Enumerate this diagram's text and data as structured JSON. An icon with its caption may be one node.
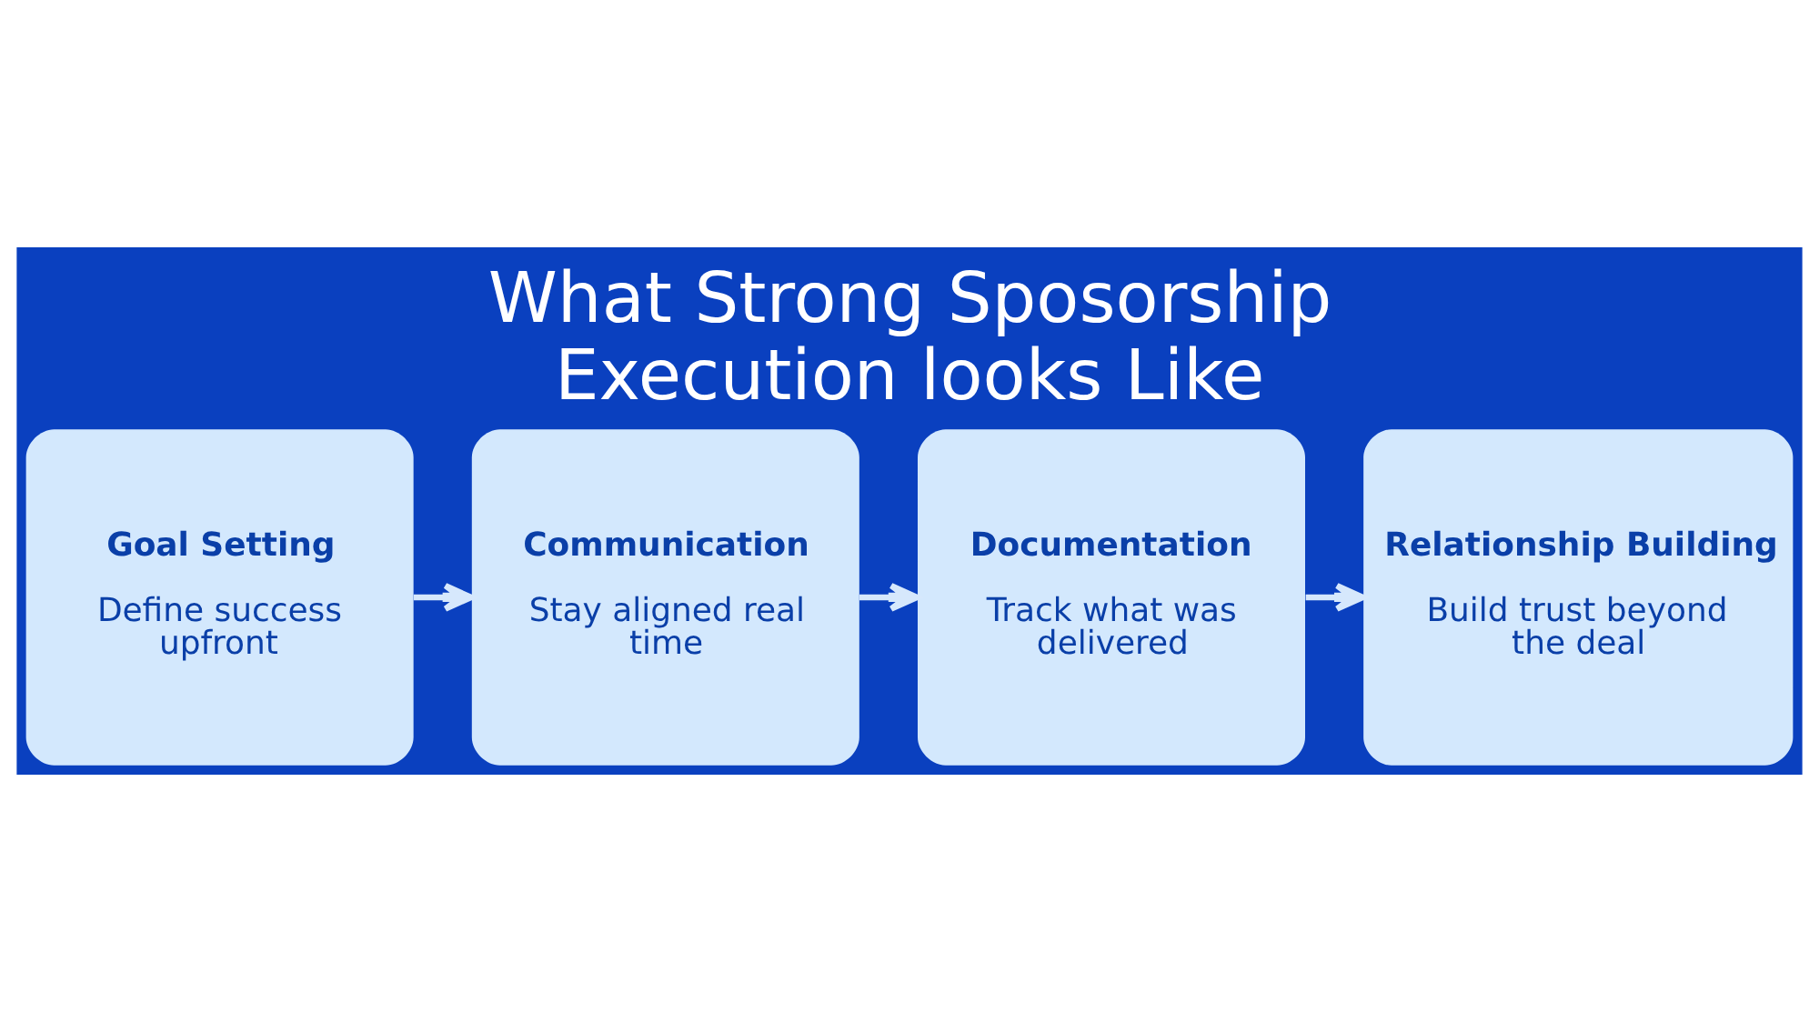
{
  "diagram": {
    "title": "What Strong Sposorship Execution looks Like",
    "nodes": [
      {
        "text": [
          "Goal Setting",
          "Define success upfront"
        ]
      },
      {
        "text": [
          "Communication",
          "Stay aligned real time"
        ]
      },
      {
        "text": [
          "Documentation",
          "Track what was delivered"
        ]
      },
      {
        "text": [
          "Relationship Building",
          "Build trust beyond the deal"
        ]
      }
    ],
    "edges": [
      {
        "from": 0,
        "to": 1,
        "arrow": "to"
      },
      {
        "from": 1,
        "to": 2,
        "arrow": "to"
      },
      {
        "from": 2,
        "to": 3,
        "arrow": "to"
      }
    ]
  }
}
